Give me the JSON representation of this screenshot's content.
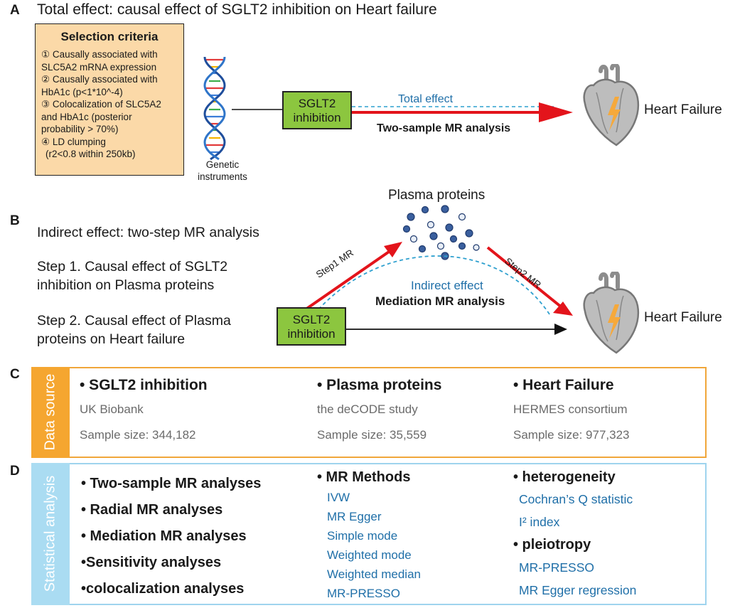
{
  "panel_a": {
    "label": "A",
    "title": "Total effect: causal effect of SGLT2 inhibition on Heart failure",
    "selection_title": "Selection criteria",
    "criteria": [
      "① Causally associated with",
      "SLC5A2  mRNA expression",
      "② Causally associated with",
      "HbA1c  (p<1*10^-4)",
      "③ Colocalization of SLC5A2",
      "and HbA1c (posterior",
      "probability > 70%)",
      "④ LD clumping",
      "(r2<0.8 within 250kb)"
    ],
    "genetic_line1": "Genetic",
    "genetic_line2": "instruments",
    "sglt2_line1": "SGLT2",
    "sglt2_line2": "inhibition",
    "total_effect": "Total effect",
    "analysis": "Two-sample MR analysis",
    "outcome": "Heart Failure"
  },
  "panel_b": {
    "label": "B",
    "plasma_proteins": "Plasma proteins",
    "indirect_title": "Indirect effect: two-step MR analysis",
    "step1_line1": "Step 1. Causal effect of SGLT2",
    "step1_line2": "inhibition on Plasma proteins",
    "step2_line1": "Step 2. Causal effect of Plasma",
    "step2_line2": "proteins on Heart failure",
    "step1_mr": "Step1 MR",
    "step2_mr": "Step2 MR",
    "indirect_effect": "Indirect effect",
    "mediation": "Mediation MR analysis",
    "sglt2_line1": "SGLT2",
    "sglt2_line2": "inhibition",
    "outcome": "Heart Failure"
  },
  "panel_c": {
    "label": "C",
    "side_label": "Data source",
    "columns": [
      {
        "title": "• SGLT2 inhibition",
        "source": "UK Biobank",
        "sample": "Sample size: 344,182"
      },
      {
        "title": "• Plasma proteins",
        "source": "the deCODE study",
        "sample": "Sample size: 35,559"
      },
      {
        "title": "• Heart Failure",
        "source": "HERMES consortium",
        "sample": "Sample size: 977,323"
      }
    ]
  },
  "panel_d": {
    "label": "D",
    "side_label": "Statistical analysis",
    "analyses": [
      "• Two-sample MR analyses",
      "• Radial MR  analyses",
      "• Mediation MR analyses",
      "•Sensitivity analyses",
      "•colocalization analyses"
    ],
    "methods_title": "• MR Methods",
    "methods": [
      "IVW",
      "MR Egger",
      "Simple mode",
      "Weighted mode",
      "Weighted median",
      "MR-PRESSO"
    ],
    "heterogeneity_title": "• heterogeneity",
    "heterogeneity": [
      "Cochran’s Q statistic",
      "I² index"
    ],
    "pleiotropy_title": "• pleiotropy",
    "pleiotropy": [
      "MR-PRESSO",
      "MR Egger regression"
    ]
  },
  "colors": {
    "arrow_red": "#e3141b",
    "dashed_blue": "#2ea0cf",
    "green_box": "#8cc63f",
    "selection_fill": "#fbd9a8",
    "panel_c_accent": "#f5a630",
    "panel_d_accent": "#aadcf2",
    "text_blue": "#1f6fa8",
    "heart_gray": "#bdbdbd",
    "bolt_orange": "#f6a93b"
  }
}
